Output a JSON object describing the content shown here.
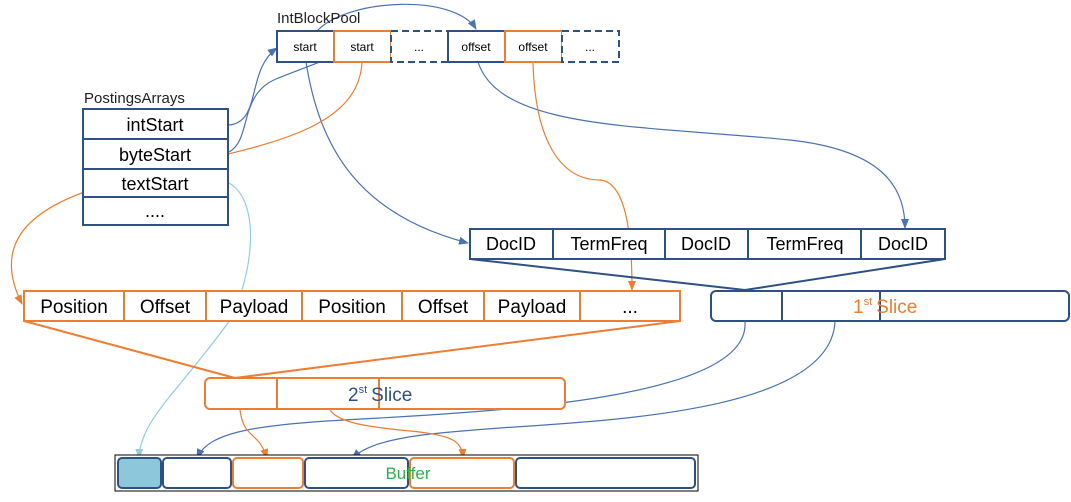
{
  "title": "IntBlockPool",
  "colors": {
    "blue": "#2e5083",
    "orange": "#ed7d31",
    "arrow_blue": "#4a72b0",
    "light_blue": "#92cddc",
    "buffer_fill": "#8dc7da",
    "buffer_text": "#2db049"
  },
  "int_block_pool": {
    "cells": [
      "start",
      "start",
      "...",
      "offset",
      "offset",
      "..."
    ]
  },
  "postings_arrays": {
    "label": "PostingsArrays",
    "rows": [
      "intStart",
      "byteStart",
      "textStart",
      "...."
    ]
  },
  "doc_row": {
    "cells": [
      "DocID",
      "TermFreq",
      "DocID",
      "TermFreq",
      "DocID"
    ]
  },
  "position_row": {
    "cells": [
      "Position",
      "Offset",
      "Payload",
      "Position",
      "Offset",
      "Payload",
      "..."
    ]
  },
  "slice1": {
    "number": "1",
    "superscript": "st",
    "word": "Slice"
  },
  "slice2": {
    "number": "2",
    "superscript": "st",
    "word": "Slice"
  },
  "buffer": {
    "label": "Buffer"
  }
}
